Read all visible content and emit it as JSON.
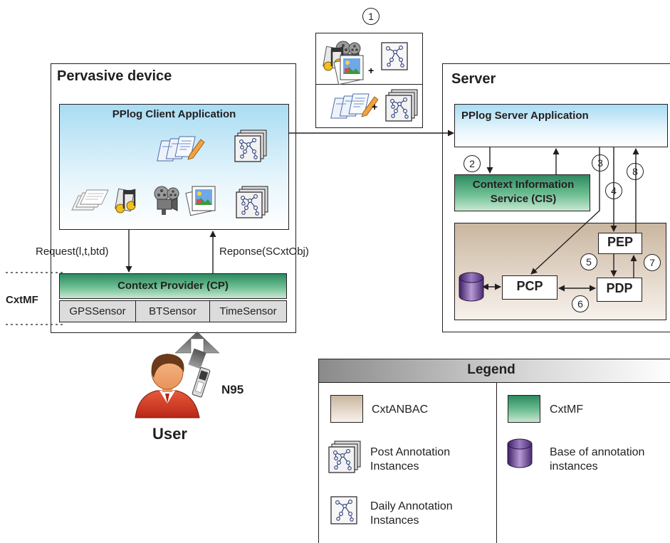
{
  "pervasive": {
    "title": "Pervasive device",
    "client_app": "PPlog Client Application",
    "request": "Request(l,t,btd)",
    "response": "Reponse(SCxtObj)",
    "cp_title": "Context Provider (CP)",
    "sensors": [
      "GPSSensor",
      "BTSensor",
      "TimeSensor"
    ]
  },
  "cxtmf_label": "CxtMF",
  "user": {
    "label": "User",
    "device": "N95"
  },
  "message_step": "1",
  "server": {
    "title": "Server",
    "app": "PPlog Server Application",
    "cis": "Context Information Service (CIS)",
    "pep": "PEP",
    "pcp": "PCP",
    "pdp": "PDP",
    "steps": [
      "2",
      "3",
      "4",
      "5",
      "6",
      "7",
      "8"
    ]
  },
  "legend": {
    "title": "Legend",
    "items": [
      "CxtANBAC",
      "CxtMF",
      "Post Annotation Instances",
      "Base of annotation instances",
      "Daily Annotation Instances"
    ]
  },
  "colors": {
    "blue_gradient": "#a9dcf3",
    "green_gradient": "#2d8a60",
    "tan_gradient": "#c9b6a0",
    "database": "#6a3d8f"
  },
  "icons": [
    "documents-icon",
    "audio-file-icon",
    "video-file-icon",
    "photo-icon",
    "annotation-graph-icon",
    "database-icon",
    "user-icon",
    "phone-icon"
  ]
}
